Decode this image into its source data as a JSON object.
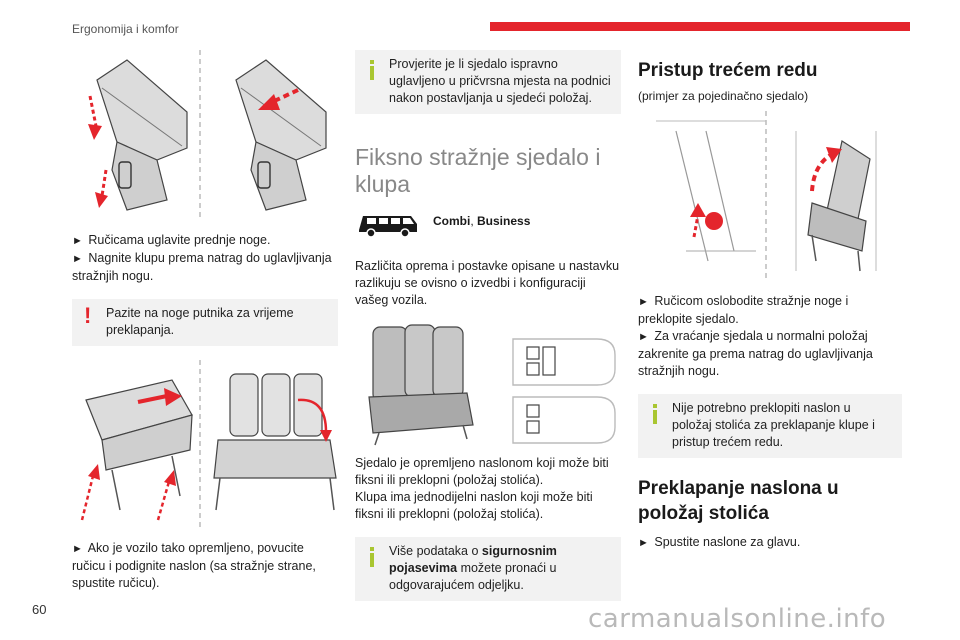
{
  "header": {
    "section": "Ergonomija i komfor",
    "accent_color": "#e4252c"
  },
  "page_number": "60",
  "watermark": "carmanualsonline.info",
  "col1": {
    "steps_a": [
      "Ručicama uglavite prednje noge.",
      "Nagnite klupu prema natrag do uglavljivanja stražnjih nogu."
    ],
    "warning": "Pazite na noge putnika za vrijeme preklapanja.",
    "steps_b": [
      "Ako je vozilo tako opremljeno, povucite ručicu i podignite naslon (sa stražnje strane, spustite ručicu)."
    ]
  },
  "col2": {
    "info_top": "Provjerite je li sjedalo ispravno uglavljeno u pričvrsna mjesta na podnici nakon postavljanja u sjedeći položaj.",
    "section_title": "Fiksno stražnje sjedalo i klupa",
    "versions": {
      "a": "Combi",
      "sep": ", ",
      "b": "Business"
    },
    "intro": "Različita oprema i postavke opisane u nastavku razlikuju se ovisno o izvedbi i konfiguraciji vašeg vozila.",
    "desc1": "Sjedalo je opremljeno naslonom koji može biti fiksni ili preklopni (položaj stolića).",
    "desc2": "Klupa ima jednodijelni naslon koji može biti fiksni ili preklopni (položaj stolića).",
    "info_bottom": {
      "before": "Više podataka o ",
      "bold": "sigurnosnim pojasevima",
      "after": " možete pronaći u odgovarajućem odjeljku."
    }
  },
  "col3": {
    "title": "Pristup trećem redu",
    "subtitle": "(primjer za pojedinačno sjedalo)",
    "steps_a": [
      "Ručicom oslobodite stražnje noge i preklopite sjedalo.",
      "Za vraćanje sjedala u normalni položaj zakrenite ga prema natrag do uglavljivanja stražnjih nogu."
    ],
    "info": "Nije potrebno preklopiti naslon u položaj stolića za preklapanje klupe i pristup trećem redu.",
    "title2": "Preklapanje naslona u položaj stolića",
    "steps_b": [
      "Spustite naslone za glavu."
    ]
  },
  "bullet": "►"
}
